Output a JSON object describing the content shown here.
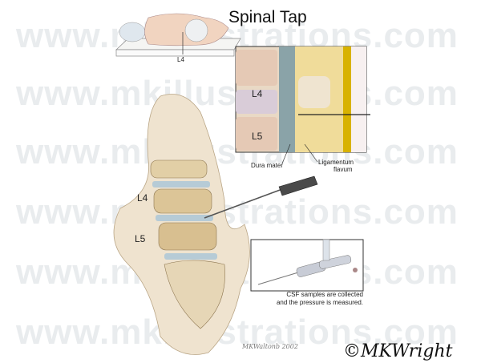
{
  "title": "Spinal Tap",
  "watermark": "www.mkillustrations.com",
  "patient_label": "L4",
  "inset_top": {
    "label_l4": "L4",
    "label_l5": "L5",
    "dura_mater": "Dura mater",
    "ligamentum_line1": "Ligamentum",
    "ligamentum_line2": "flavum"
  },
  "spine": {
    "label_l4": "L4",
    "label_l5": "L5"
  },
  "inset_bottom": {
    "caption_line1": "CSF samples are collected",
    "caption_line2": "and the pressure is measured."
  },
  "artist_signature": "MKWaltonb 2002",
  "copyright_signature": "©MKWright"
}
